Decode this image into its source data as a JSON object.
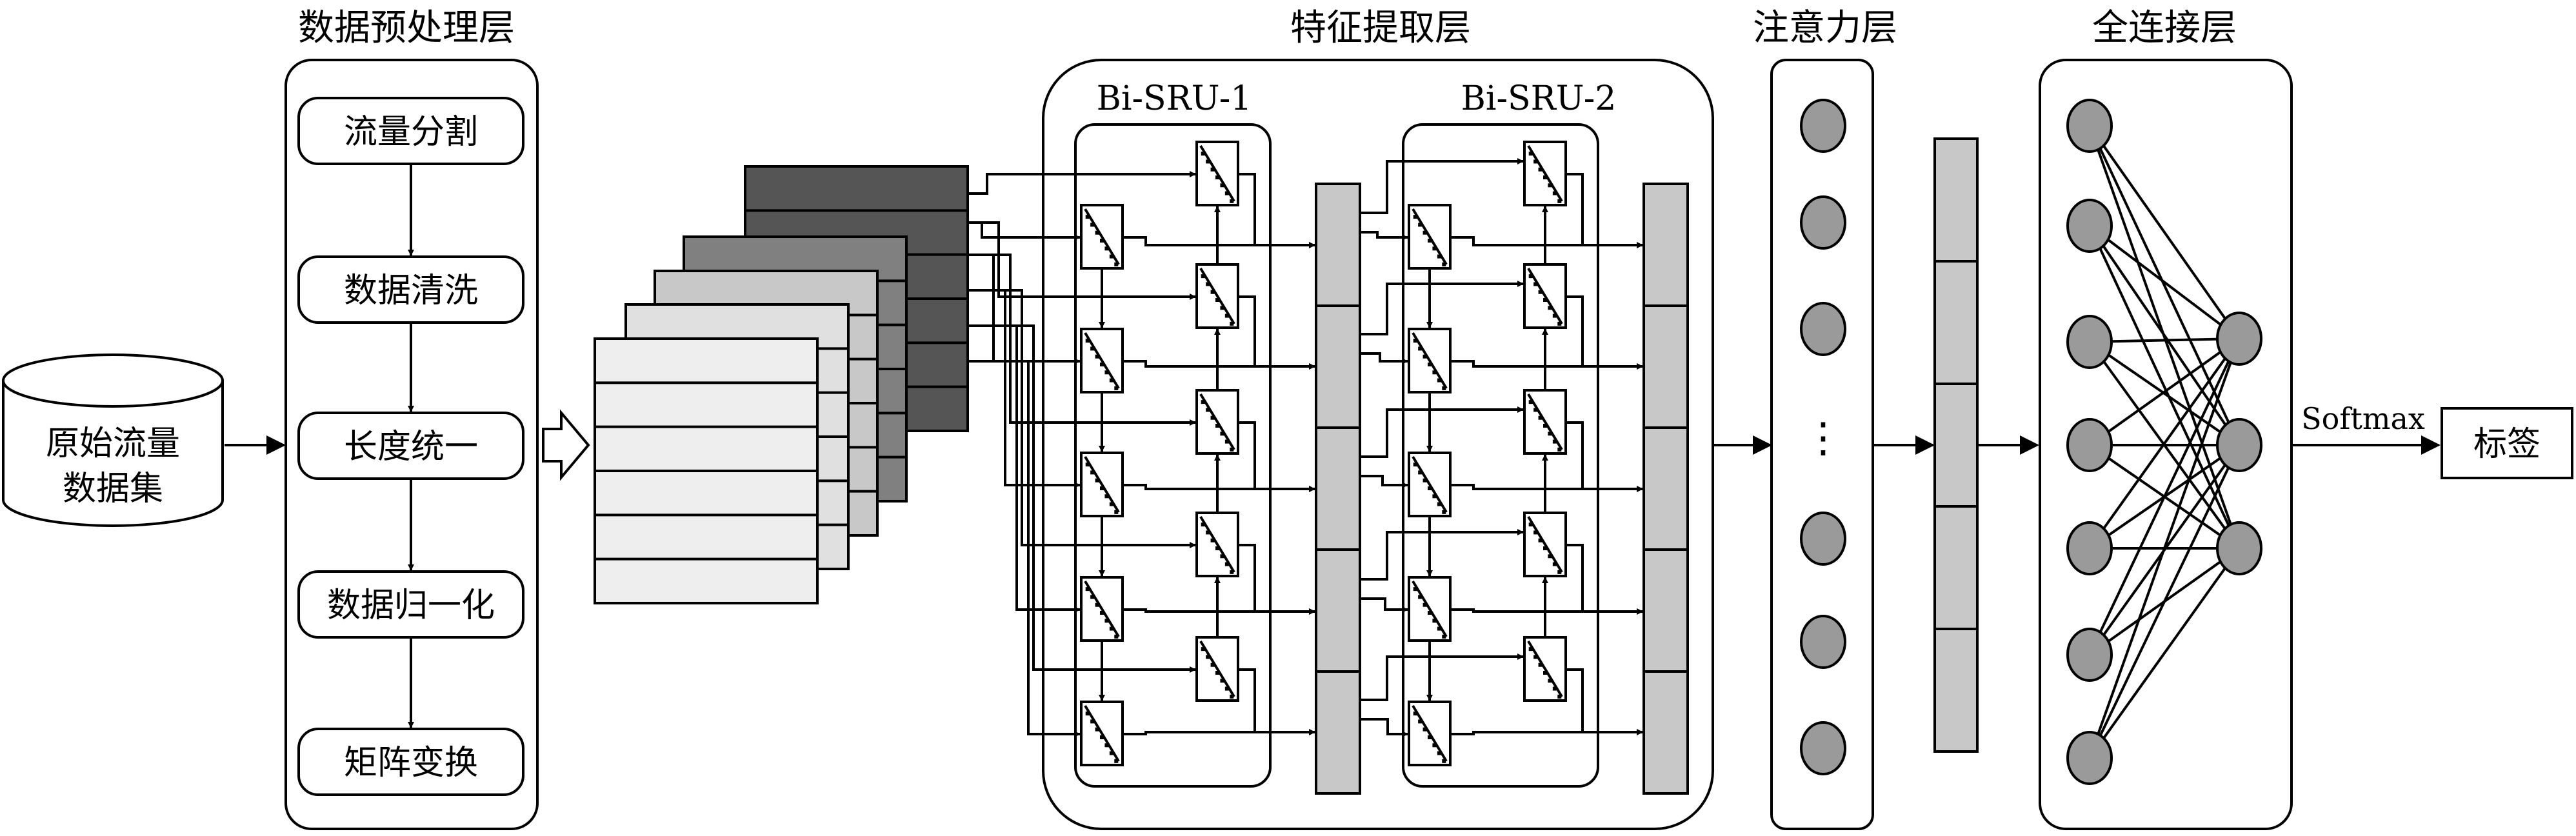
{
  "dataset": {
    "line1": "原始流量",
    "line2": "数据集"
  },
  "preprocess": {
    "title": "数据预处理层",
    "steps": [
      "流量分割",
      "数据清洗",
      "长度统一",
      "数据归一化",
      "矩阵变换"
    ]
  },
  "feature": {
    "title": "特征提取层",
    "blocks": [
      "Bi-SRU-1",
      "Bi-SRU-2"
    ]
  },
  "attention": {
    "title": "注意力层",
    "dots": "⋮"
  },
  "fc": {
    "title": "全连接层"
  },
  "softmax": "Softmax",
  "label": "标签",
  "colors": {
    "stroke": "#000000",
    "matrix_dark": "#555555",
    "matrix_mid": "#808080",
    "matrix_light": "#c8c8c8",
    "matrix_lighter": "#e0e0e0",
    "matrix_front": "#eeeeee",
    "bar": "#c8c8c8",
    "node": "#9a9a9a"
  }
}
